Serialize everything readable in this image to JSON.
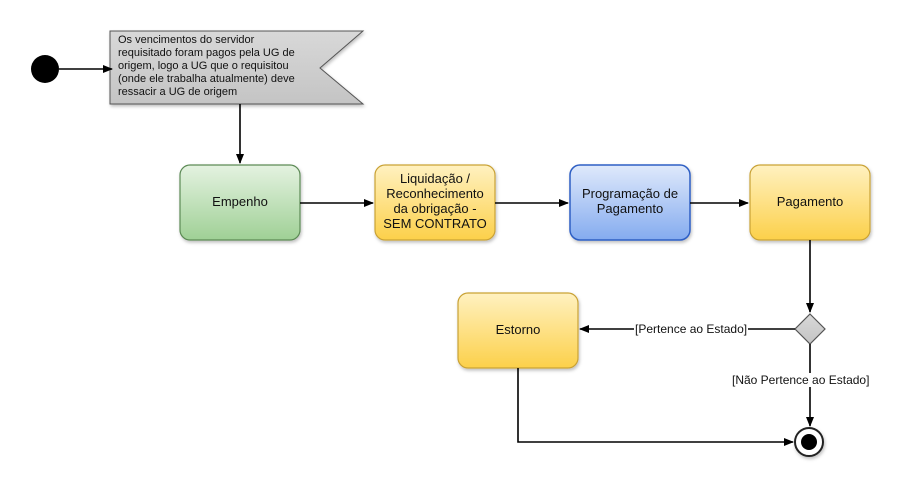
{
  "note": {
    "lines": [
      "Os vencimentos do servidor",
      "requisitado foram pagos pela UG de",
      "origem, logo a UG que o requisitou",
      "(onde ele trabalha atualmente) deve",
      "ressacir a UG de origem"
    ]
  },
  "nodes": {
    "empenho": {
      "lines": [
        "Empenho"
      ],
      "color": "#a9d6a0"
    },
    "liquidacao": {
      "lines": [
        "Liquidação /",
        "Reconhecimento",
        "da obrigação -",
        "SEM CONTRATO"
      ],
      "color": "#fcd462"
    },
    "programacao": {
      "lines": [
        "Programação de",
        "Pagamento"
      ],
      "color": "#9bbcf3"
    },
    "pagamento": {
      "lines": [
        "Pagamento"
      ],
      "color": "#fcd462"
    },
    "estorno": {
      "lines": [
        "Estorno"
      ],
      "color": "#fcd462"
    }
  },
  "guards": {
    "estado": "[Pertence ao Estado]",
    "nao_estado": "[Não Pertence ao Estado]"
  }
}
